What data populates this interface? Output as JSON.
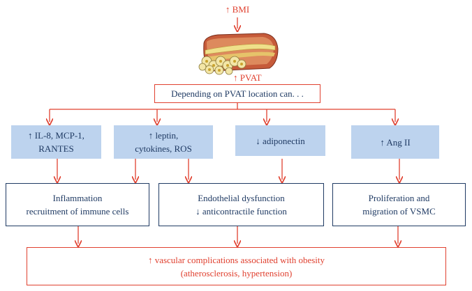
{
  "top": {
    "bmi_label": "↑ BMI",
    "pvat_label": "↑ PVAT",
    "depending_text": "Depending on PVAT location can. . ."
  },
  "factors": {
    "il8": "↑ IL-8, MCP-1,\nRANTES",
    "leptin": "↑ leptin,\ncytokines, ROS",
    "adiponectin": "↓ adiponectin",
    "ang": "↑ Ang II"
  },
  "effects": {
    "inflammation": "Inflammation\nrecruitment of immune cells",
    "endothelial": "Endothelial dysfunction\n↓ anticontractile function",
    "proliferation": "Proliferation and\nmigration of VSMC"
  },
  "outcome": {
    "line1": "↑ vascular complications associated with obesity",
    "line2": "(atherosclerosis, hypertension)"
  },
  "colors": {
    "red": "#e0402f",
    "navy": "#1f3a63",
    "light_blue": "#bdd3ee"
  }
}
